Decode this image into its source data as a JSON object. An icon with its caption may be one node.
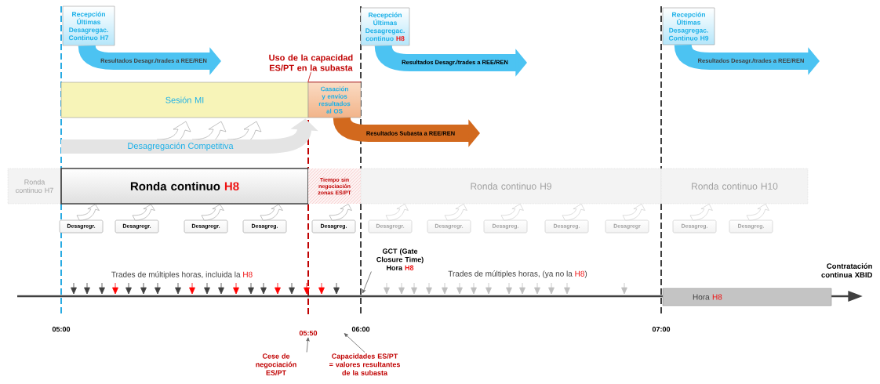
{
  "diagram": {
    "nodes": [
      {
        "text": [
          "Recepción Últimas Desagregac. Continuo H7"
        ]
      },
      {
        "text": [
          "Recepción Últimas Desagregac. continuo",
          "H8"
        ]
      },
      {
        "text": [
          "Recepción Últimas Desagregac. Continuo H9"
        ]
      },
      {
        "text": [
          "Uso de la capacidad ES/PT en la subasta"
        ]
      },
      {
        "text": [
          "Sesión MI"
        ]
      },
      {
        "text": [
          "Casación y envíos resultados al OS"
        ]
      },
      {
        "text": [
          "Ronda continuo H7"
        ]
      },
      {
        "text": [
          "Ronda continuo",
          "H8"
        ]
      },
      {
        "text": [
          "Tiempo sin negociación zonas ES/PT"
        ]
      },
      {
        "text": [
          "Ronda continuo H9"
        ]
      },
      {
        "text": [
          "Ronda continuo H10"
        ]
      },
      {
        "text": [
          "Desagregr."
        ]
      },
      {
        "text": [
          "Desagregr."
        ]
      },
      {
        "text": [
          "Desagregr."
        ]
      },
      {
        "text": [
          "Desagreg."
        ]
      },
      {
        "text": [
          "Desagreg."
        ]
      },
      {
        "text": [
          "Desagregr."
        ]
      },
      {
        "text": [
          "Desagregr."
        ]
      },
      {
        "text": [
          "Desagreg."
        ]
      },
      {
        "text": [
          "Desagreg."
        ]
      },
      {
        "text": [
          "Desagregr"
        ]
      },
      {
        "text": [
          "Desagreg."
        ]
      },
      {
        "text": [
          "Desagreg."
        ]
      },
      {
        "text": [
          "GCT (Gate Closure Time) Hora",
          "H8"
        ]
      },
      {
        "text": [
          "05:50"
        ]
      },
      {
        "text": [
          "06:00"
        ]
      },
      {
        "text": [
          "Cese de negociación ES/PT"
        ]
      },
      {
        "text": [
          "Capacidades ES/PT = valores resultantes de la subasta"
        ]
      },
      {
        "text": [
          "Hora",
          "H8"
        ]
      }
    ],
    "edges": [
      {
        "from": 0,
        "to": null,
        "arrow": "to",
        "label": "Resultados Desagr./trades a REE/REN",
        "color": "#4cc3f2"
      },
      {
        "from": 1,
        "to": null,
        "arrow": "to",
        "label": "Resultados Desagr./trades a REE/REN",
        "color": "#4cc3f2"
      },
      {
        "from": 2,
        "to": null,
        "arrow": "to",
        "label": "Resultados Desagr./trades a REE/REN",
        "color": "#4cc3f2"
      },
      {
        "from": 5,
        "to": null,
        "arrow": "to",
        "label": "Resultados Subasta a REE/REN",
        "color": "#d2691e"
      },
      {
        "from": null,
        "to": 4,
        "arrow": "to",
        "label": "Desagregación Competitiva",
        "color": "#e4e4e4"
      },
      {
        "from": 11,
        "to": 7,
        "arrow": "to"
      },
      {
        "from": 12,
        "to": 7,
        "arrow": "to"
      },
      {
        "from": 13,
        "to": 7,
        "arrow": "to"
      },
      {
        "from": 14,
        "to": 7,
        "arrow": "to"
      },
      {
        "from": 15,
        "to": 8,
        "arrow": "to"
      },
      {
        "from": 16,
        "to": 9,
        "arrow": "to"
      },
      {
        "from": 17,
        "to": 9,
        "arrow": "to"
      },
      {
        "from": 18,
        "to": 9,
        "arrow": "to"
      },
      {
        "from": 19,
        "to": 9,
        "arrow": "to"
      },
      {
        "from": 20,
        "to": 9,
        "arrow": "to"
      },
      {
        "from": 21,
        "to": 10,
        "arrow": "to"
      },
      {
        "from": 22,
        "to": 10,
        "arrow": "to"
      },
      {
        "from": 3,
        "to": 5,
        "arrow": "none",
        "color": "#c00000"
      },
      {
        "from": 23,
        "to": null,
        "arrow": "to",
        "color": "#606060"
      },
      {
        "from": 26,
        "to": 24,
        "arrow": "to",
        "color": "#606060"
      },
      {
        "from": 27,
        "to": 25,
        "arrow": "to",
        "color": "#606060"
      }
    ],
    "labels": [
      "Trades de múltiples horas, incluida la",
      "H8",
      "Trades de múltiples horas, (ya no la",
      "H8",
      ")",
      "Contratación continua XBID",
      "05:00",
      "07:00"
    ]
  }
}
